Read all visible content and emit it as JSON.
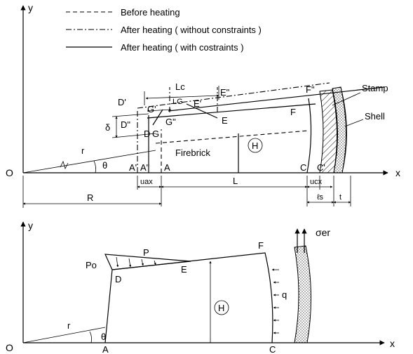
{
  "legend": {
    "before": "Before heating",
    "after_free": "After heating ( without constraints )",
    "after_constrained": "After heating ( with costraints )"
  },
  "top": {
    "axis_y": "y",
    "axis_x": "x",
    "origin": "O",
    "r": "r",
    "theta": "θ",
    "A_prime": "A'",
    "A_dprime": "A\"",
    "A": "A",
    "firebrick": "Firebrick",
    "H": "H",
    "C": "C",
    "C_prime": "C'",
    "D_prime": "D'",
    "D_dprime": "D\"",
    "D": "D",
    "G": "G",
    "G_prime": "G'",
    "G_dprime": "G\"",
    "E": "E",
    "E_prime": "E'",
    "E_dprime": "E\"",
    "F": "F",
    "F_dprime": "F\"",
    "delta": "δ",
    "Lc": "Lc",
    "LG": "LG",
    "stamp": "Stamp",
    "shell": "Shell",
    "R": "R",
    "L": "L",
    "u_ax": "uax",
    "u_cx": "ucx",
    "ls": "ℓs",
    "t": "t"
  },
  "bottom": {
    "axis_y": "y",
    "axis_x": "x",
    "origin": "O",
    "r": "r",
    "theta": "θ",
    "A": "A",
    "C": "C",
    "D": "D",
    "E": "E",
    "F": "F",
    "H": "H",
    "P": "P",
    "Po": "Po",
    "q": "q",
    "sigma": "σer"
  }
}
